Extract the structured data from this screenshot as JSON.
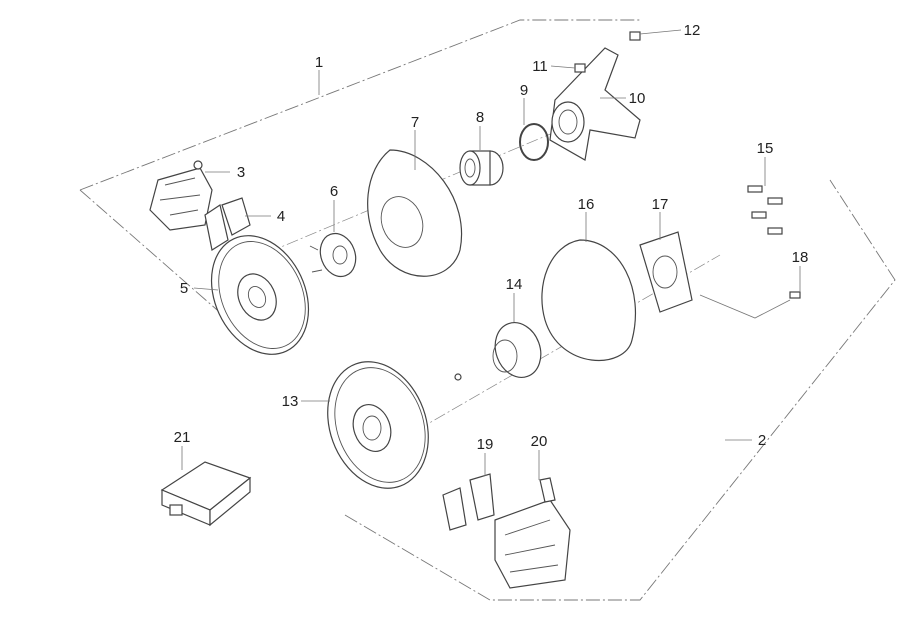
{
  "diagram": {
    "title": "Brake assembly exploded view",
    "callouts": [
      "1",
      "2",
      "3",
      "4",
      "5",
      "6",
      "7",
      "8",
      "9",
      "10",
      "11",
      "12",
      "13",
      "14",
      "15",
      "16",
      "17",
      "18",
      "19",
      "20",
      "21"
    ]
  }
}
